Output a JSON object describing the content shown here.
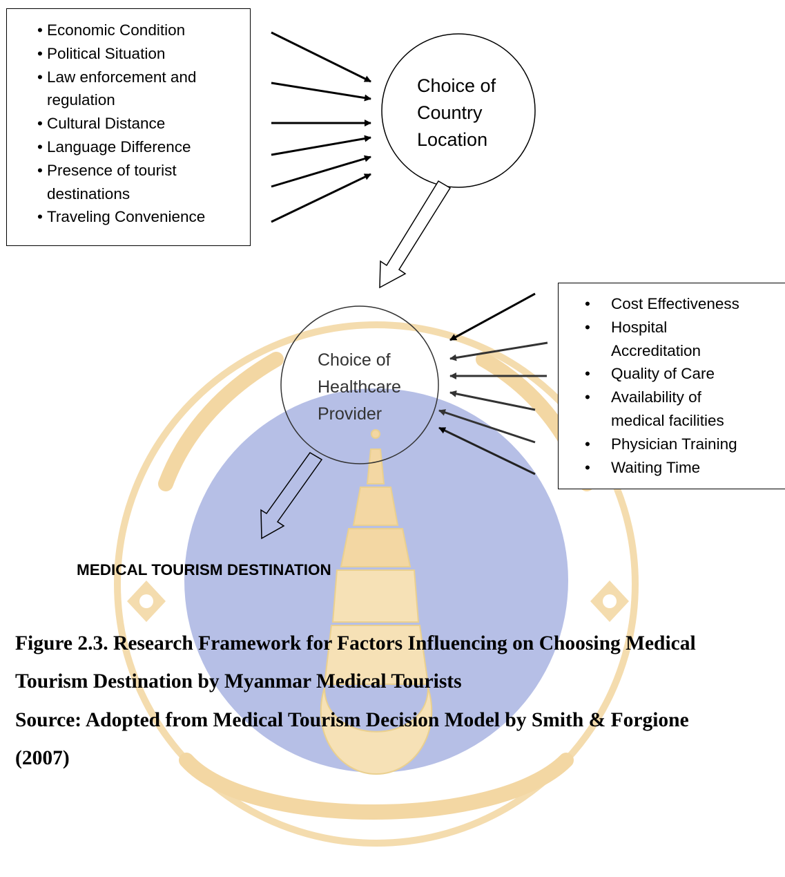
{
  "country_factors": {
    "items": [
      "Economic Condition",
      "Political Situation",
      "Law enforcement and regulation",
      "Cultural Distance",
      "Language Difference",
      "Presence of tourist destinations",
      "Traveling Convenience"
    ]
  },
  "country_node": {
    "line1": "Choice of",
    "line2": "Country",
    "line3": "Location"
  },
  "provider_node": {
    "line1": "Choice of",
    "line2": "Healthcare",
    "line3": "Provider"
  },
  "provider_factors": {
    "items": [
      "Cost Effectiveness",
      "Hospital Accreditation",
      "Quality of Care",
      "Availability of medical facilities",
      "Physician Training",
      "Waiting Time"
    ]
  },
  "outcome": {
    "label": "MEDICAL TOURISM DESTINATION"
  },
  "caption": {
    "line1": "Figure 2.3. Research Framework for Factors Influencing on Choosing Medical",
    "line2": "Tourism Destination by Myanmar Medical Tourists",
    "line3": "Source:  Adopted from Medical Tourism Decision Model by Smith & Forgione",
    "line4": "(2007)"
  },
  "colors": {
    "watermark_blue": "#b6bfe6",
    "watermark_gold": "#f3d7a3",
    "watermark_gold_dark": "#e8c47c"
  }
}
